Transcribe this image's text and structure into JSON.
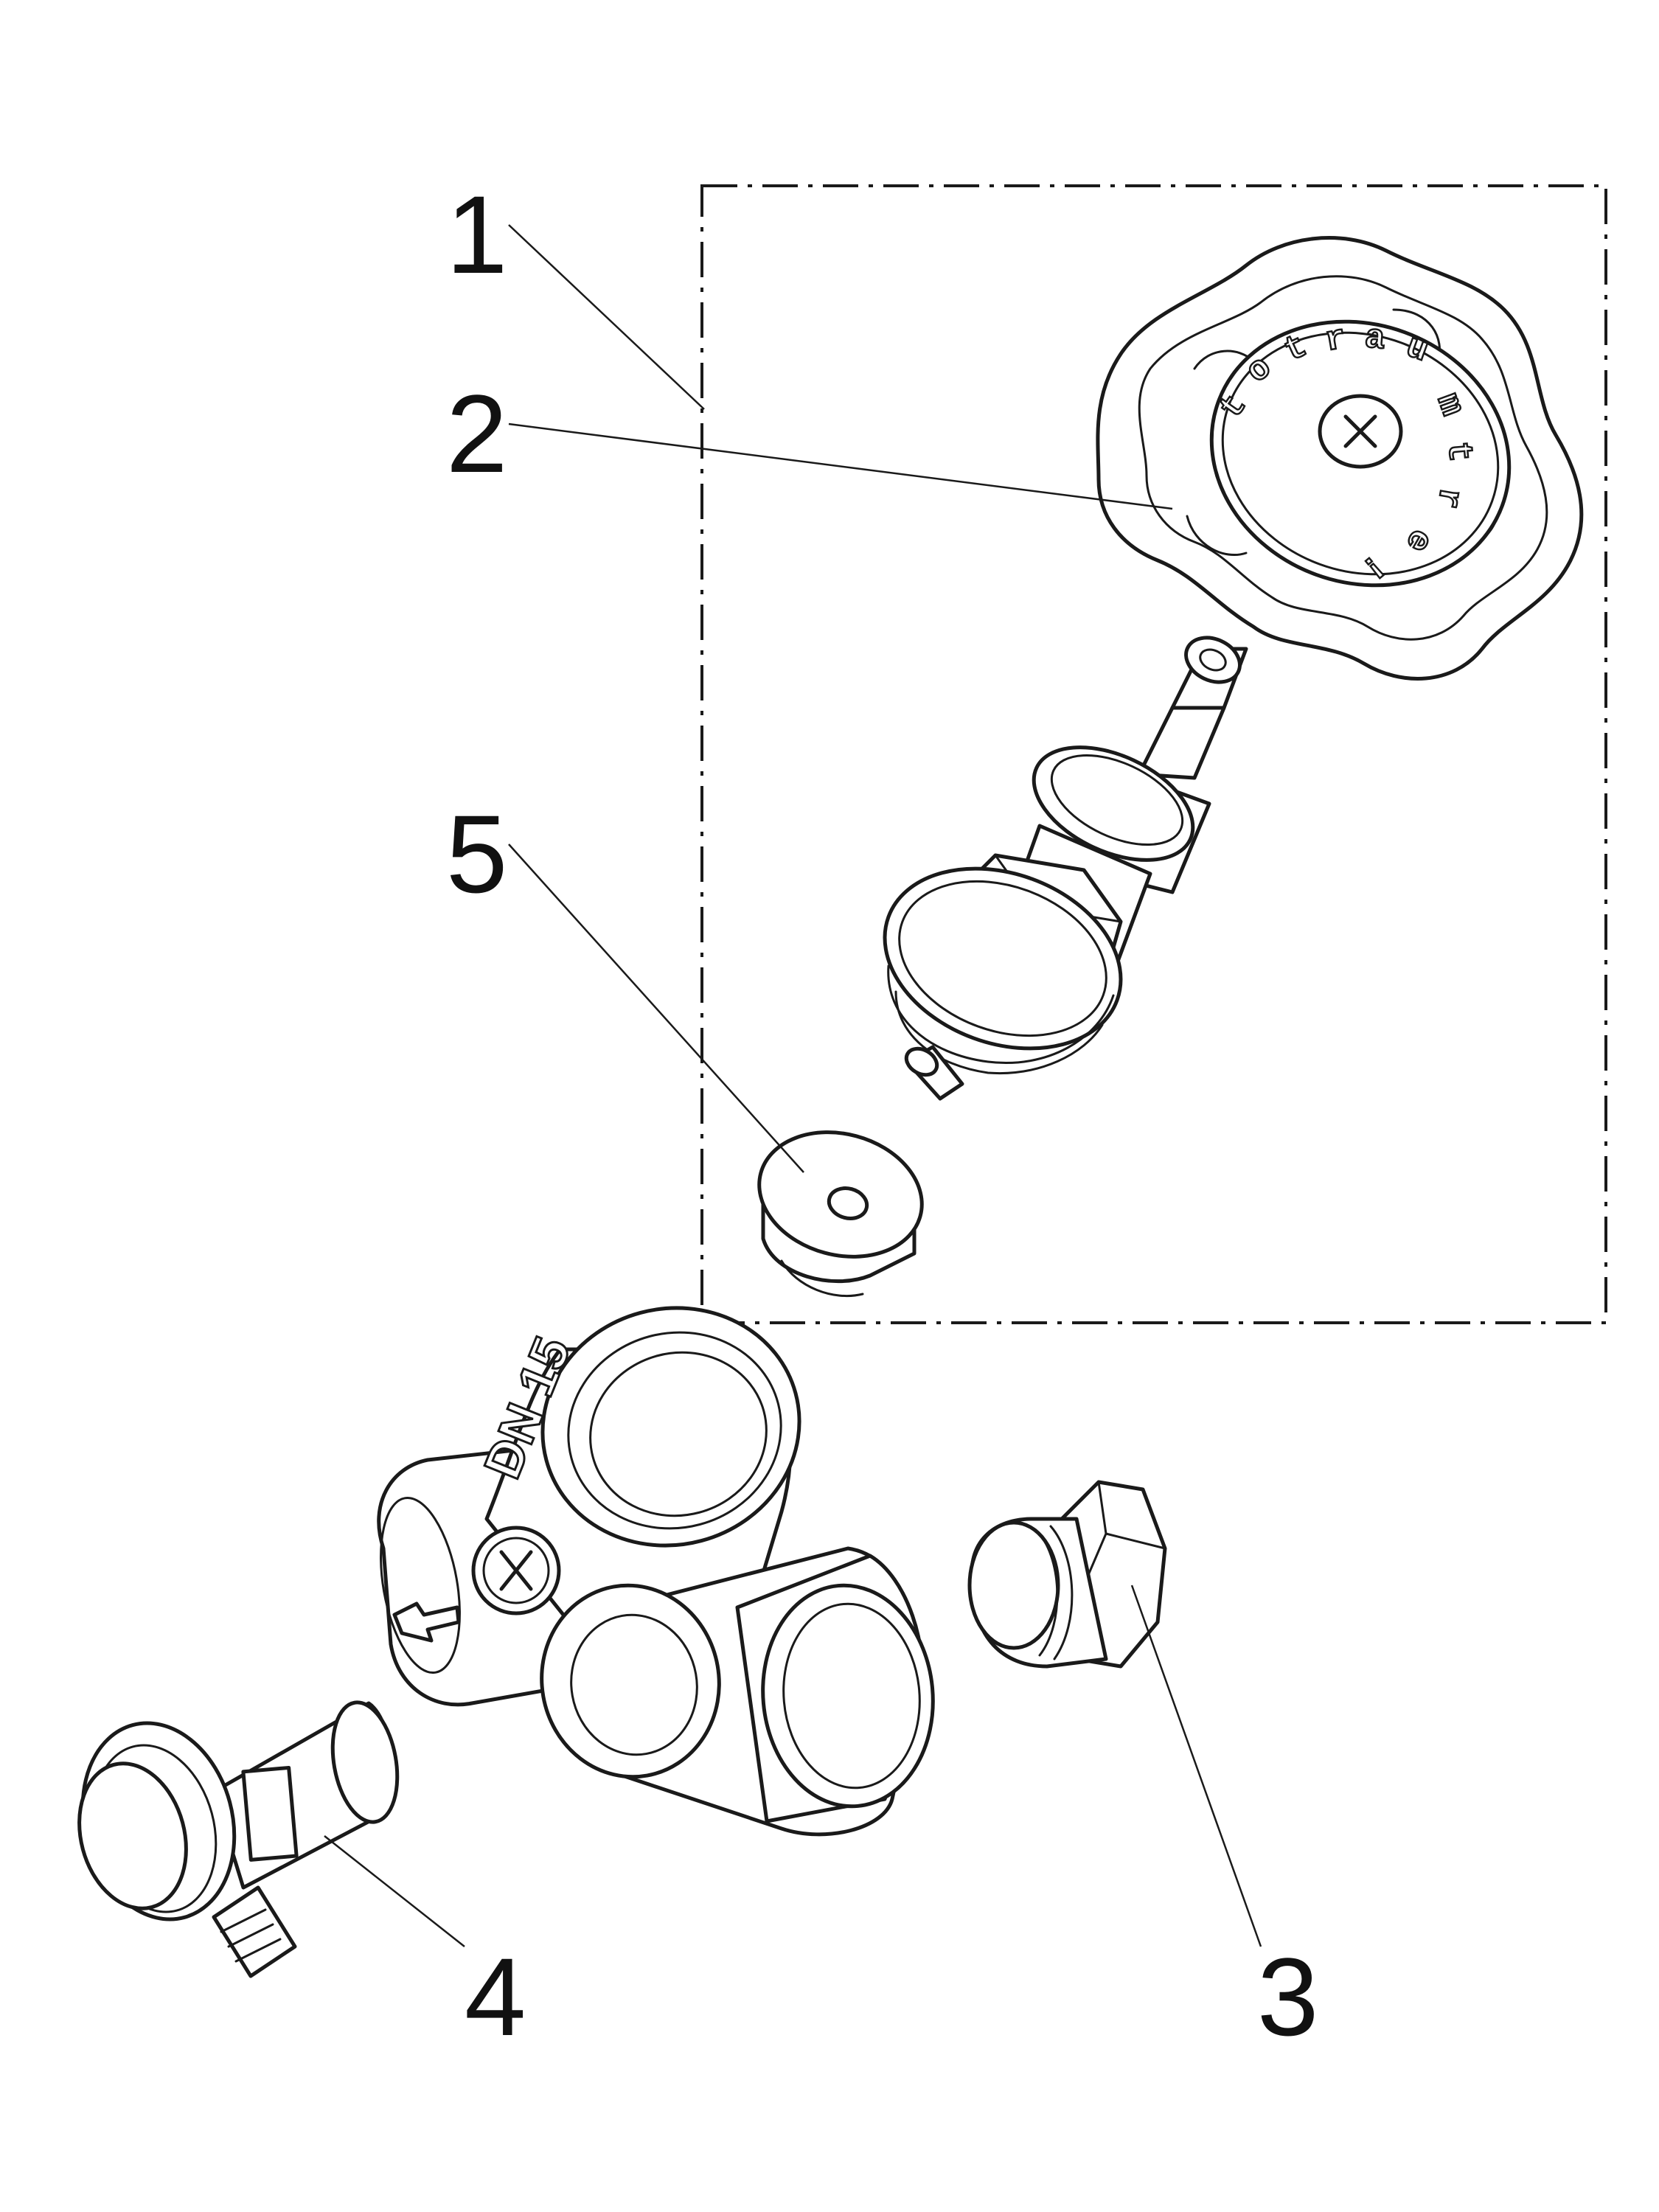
{
  "callouts": [
    {
      "id": "1",
      "label": "1"
    },
    {
      "id": "2",
      "label": "2"
    },
    {
      "id": "3",
      "label": "3"
    },
    {
      "id": "4",
      "label": "4"
    },
    {
      "id": "5",
      "label": "5"
    }
  ],
  "handwheel": {
    "engraving_letters": [
      "t",
      "o",
      "t",
      "r",
      "a",
      "u",
      "m",
      "t",
      "r",
      "e",
      "!"
    ]
  },
  "valve_body": {
    "marking": "DN 15"
  }
}
